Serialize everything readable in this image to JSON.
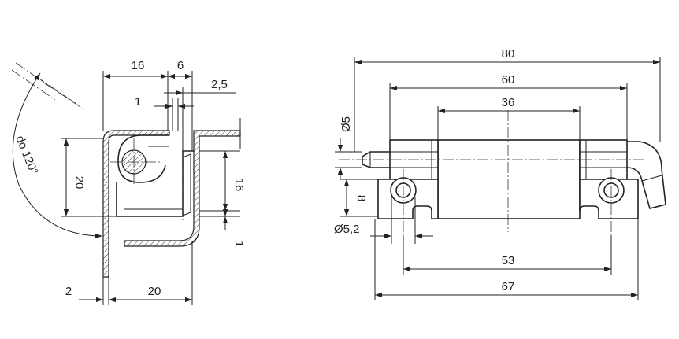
{
  "side_view": {
    "dims": {
      "d16": "16",
      "d6": "6",
      "d2_5": "2,5",
      "d1_top": "1",
      "d20_v": "20",
      "d16_v": "16",
      "d1_v": "1",
      "d2_bottom": "2",
      "d20_bottom": "20"
    },
    "angle_label": "do 120°"
  },
  "front_view": {
    "dims": {
      "d80": "80",
      "d60": "60",
      "d36": "36",
      "d5": "Ø5",
      "d8": "8",
      "d5_2": "Ø5,2",
      "d53": "53",
      "d67": "67"
    }
  }
}
